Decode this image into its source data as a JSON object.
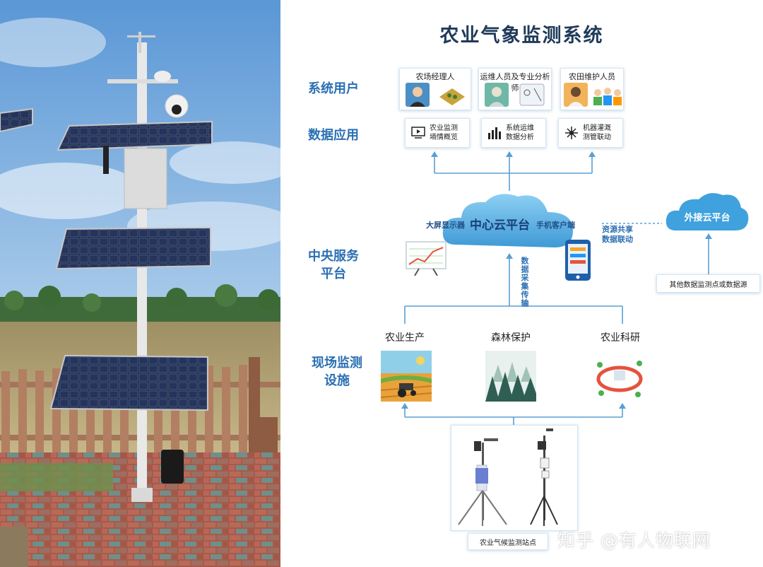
{
  "title": "农业气象监测系统",
  "sections": {
    "users": "系统用户",
    "apps": "数据应用",
    "central": [
      "中央服务",
      "平台"
    ],
    "field": [
      "现场监测",
      "设施"
    ]
  },
  "user_roles": [
    "农场经理人",
    "运维人员及专业分析师",
    "农田维护人员"
  ],
  "data_apps": [
    {
      "line1": "农业监测",
      "line2": "墒情概览"
    },
    {
      "line1": "系统运维",
      "line2": "数据分析"
    },
    {
      "line1": "机器灌溉",
      "line2": "测管联动"
    }
  ],
  "cloud": {
    "left": "大屏显示器",
    "center": "中心云平台",
    "right": "手机客户端"
  },
  "external_cloud": "外接云平台",
  "resource_share": [
    "资源共享",
    "数据联动"
  ],
  "data_collection": "数据采集传输",
  "other_sources": "其他数据监测点或数据源",
  "field_sites": [
    "农业生产",
    "森林保护",
    "农业科研"
  ],
  "station_label": "农业气候监测站点",
  "watermark": "知乎 @有人物联网",
  "colors": {
    "accent": "#2b6fb3",
    "line": "#5a9fd4",
    "cloud": "#4aa8e0",
    "title": "#1f3a5a"
  }
}
